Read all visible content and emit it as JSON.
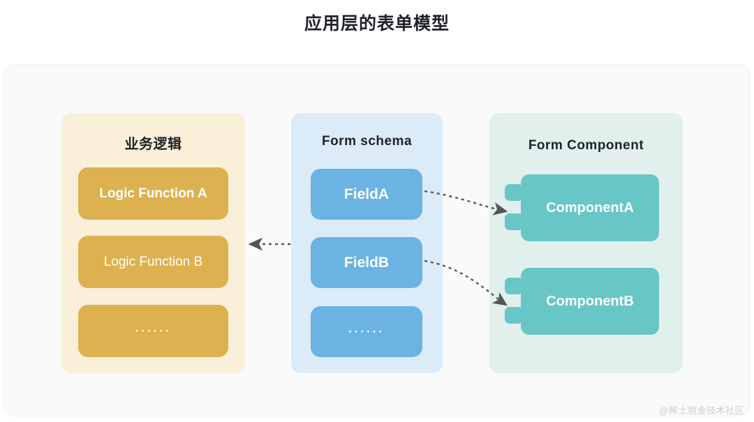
{
  "page": {
    "title": "应用层的表单模型",
    "watermark": "@稀土掘金技术社区"
  },
  "colors": {
    "canvas": "#ffffff",
    "card_bg": "#fafafa",
    "logic_panel": "#faefd9",
    "logic_item": "#ddb14f",
    "schema_panel": "#dcebf8",
    "schema_item": "#6ab3e3",
    "component_panel": "#e1f0ec",
    "component_item": "#69c6c6",
    "arrow": "#555555",
    "title_text": "#1f2328",
    "item_text": "#ffffff"
  },
  "columns": {
    "logic": {
      "title": "业务逻辑",
      "items": [
        {
          "label": "Logic Function A",
          "bold": true
        },
        {
          "label": "Logic Function B",
          "bold": false
        },
        {
          "label": "······",
          "bold": false
        }
      ]
    },
    "schema": {
      "title": "Form schema",
      "items": [
        {
          "label": "FieldA"
        },
        {
          "label": "FieldB"
        },
        {
          "label": "······"
        }
      ]
    },
    "component": {
      "title": "Form Component",
      "items": [
        {
          "label": "ComponentA"
        },
        {
          "label": "ComponentB"
        }
      ]
    }
  },
  "connectors": [
    {
      "name": "schema-to-logic",
      "from": "Form schema",
      "to": "业务逻辑",
      "style": "dashed",
      "direction": "left"
    },
    {
      "name": "fieldA-to-componentA",
      "from": "FieldA",
      "to": "ComponentA",
      "style": "dashed",
      "direction": "right"
    },
    {
      "name": "fieldB-to-componentB",
      "from": "FieldB",
      "to": "ComponentB",
      "style": "dashed",
      "direction": "right"
    }
  ]
}
